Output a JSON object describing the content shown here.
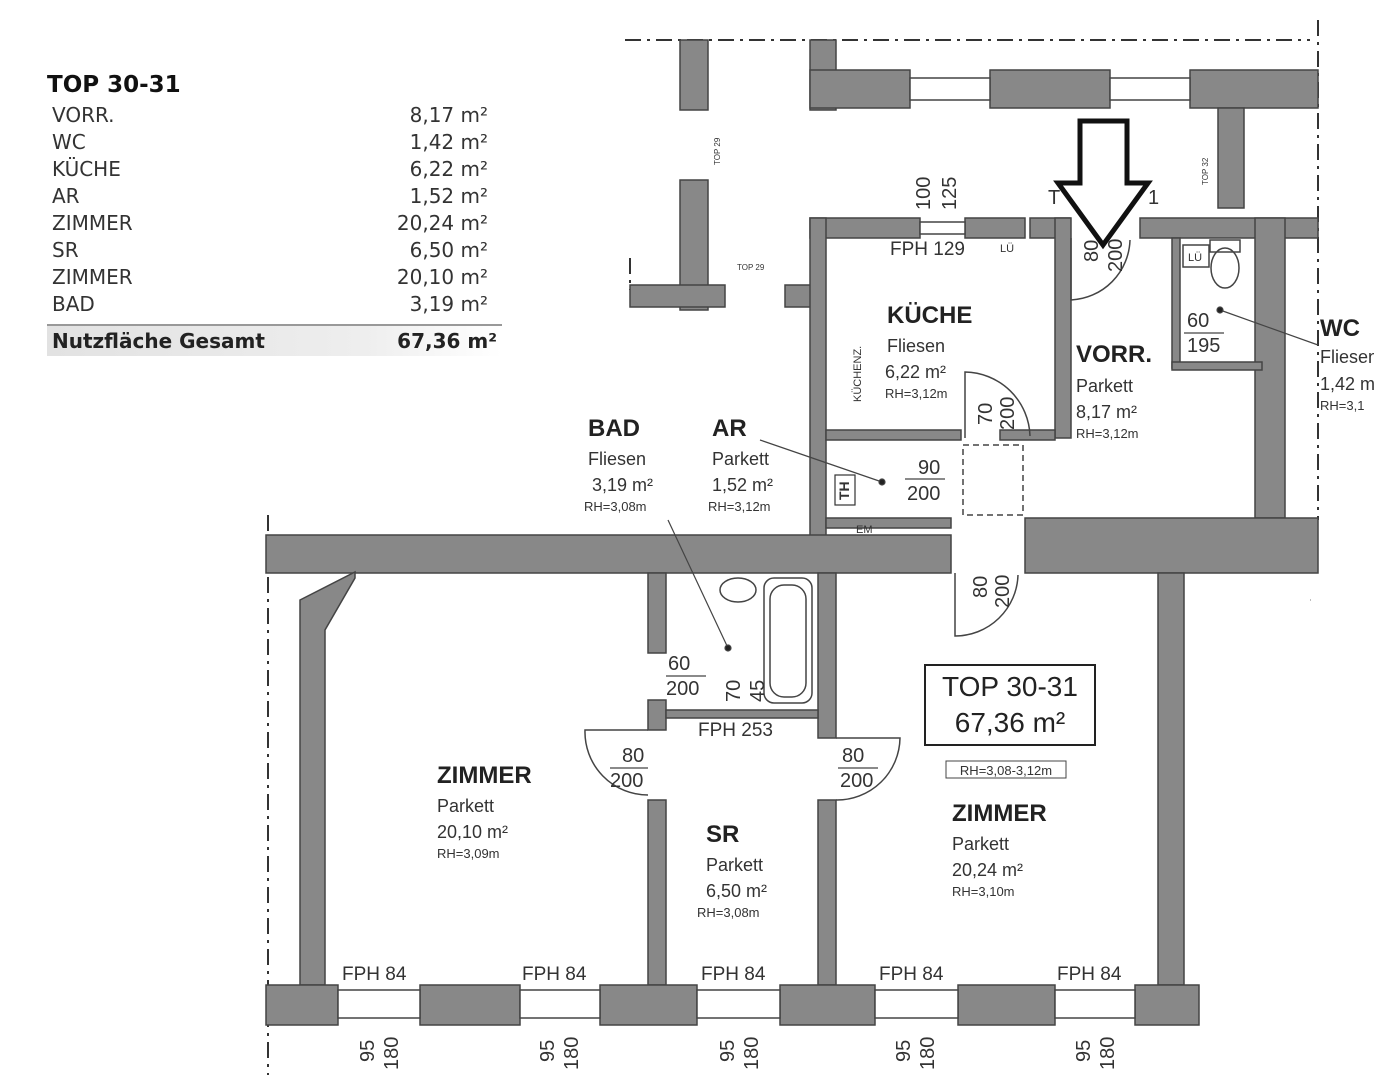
{
  "legend": {
    "title": "TOP 30-31",
    "rows": [
      {
        "name": "VORR.",
        "area": "8,17 m²"
      },
      {
        "name": "WC",
        "area": "1,42 m²"
      },
      {
        "name": "KÜCHE",
        "area": "6,22 m²"
      },
      {
        "name": "AR",
        "area": "1,52 m²"
      },
      {
        "name": "ZIMMER",
        "area": "20,24 m²"
      },
      {
        "name": "SR",
        "area": "6,50 m²"
      },
      {
        "name": "ZIMMER",
        "area": "20,10 m²"
      },
      {
        "name": "BAD",
        "area": "3,19 m²"
      }
    ],
    "total_label": "Nutzfläche Gesamt",
    "total_value": "67,36 m²"
  },
  "rooms": {
    "kueche": {
      "name": "KÜCHE",
      "floor": "Fliesen",
      "area": "6,22 m²",
      "rh": "RH=3,12m",
      "extra": "KÜCHENZ."
    },
    "vorr": {
      "name": "VORR.",
      "floor": "Parkett",
      "area": "8,17 m²",
      "rh": "RH=3,12m"
    },
    "wc": {
      "name": "WC",
      "floor": "Fliesen",
      "area": "1,42 m",
      "rh": "RH=3,1"
    },
    "bad": {
      "name": "BAD",
      "floor": "Fliesen",
      "area": "3,19 m²",
      "rh": "RH=3,08m"
    },
    "ar": {
      "name": "AR",
      "floor": "Parkett",
      "area": "1,52 m²",
      "rh": "RH=3,12m"
    },
    "zimmer_left": {
      "name": "ZIMMER",
      "floor": "Parkett",
      "area": "20,10 m²",
      "rh": "RH=3,09m"
    },
    "sr": {
      "name": "SR",
      "floor": "Parkett",
      "area": "6,50 m²",
      "rh": "RH=3,08m"
    },
    "zimmer_right": {
      "name": "ZIMMER",
      "floor": "Parkett",
      "area": "20,24 m²",
      "rh": "RH=3,10m"
    }
  },
  "unit_box": {
    "title": "TOP 30-31",
    "area": "67,36 m²",
    "rh": "RH=3,08-3,12m"
  },
  "labels": {
    "fph_129": "FPH 129",
    "fph_253": "FPH 253",
    "fph_84": "FPH 84",
    "lu": "LÜ",
    "th": "TH",
    "em": "EM",
    "top29": "TOP 29",
    "top32": "TOP 32",
    "t_partial": "T",
    "one_partial": "1"
  },
  "dims": {
    "d100": "100",
    "d125": "125",
    "d80": "80",
    "d200": "200",
    "d60": "60",
    "d195": "195",
    "d70": "70",
    "d90": "90",
    "d45": "45",
    "d95": "95",
    "d180": "180"
  },
  "colors": {
    "wall": "#888888",
    "wall_stroke": "#444444",
    "line": "#555555"
  }
}
